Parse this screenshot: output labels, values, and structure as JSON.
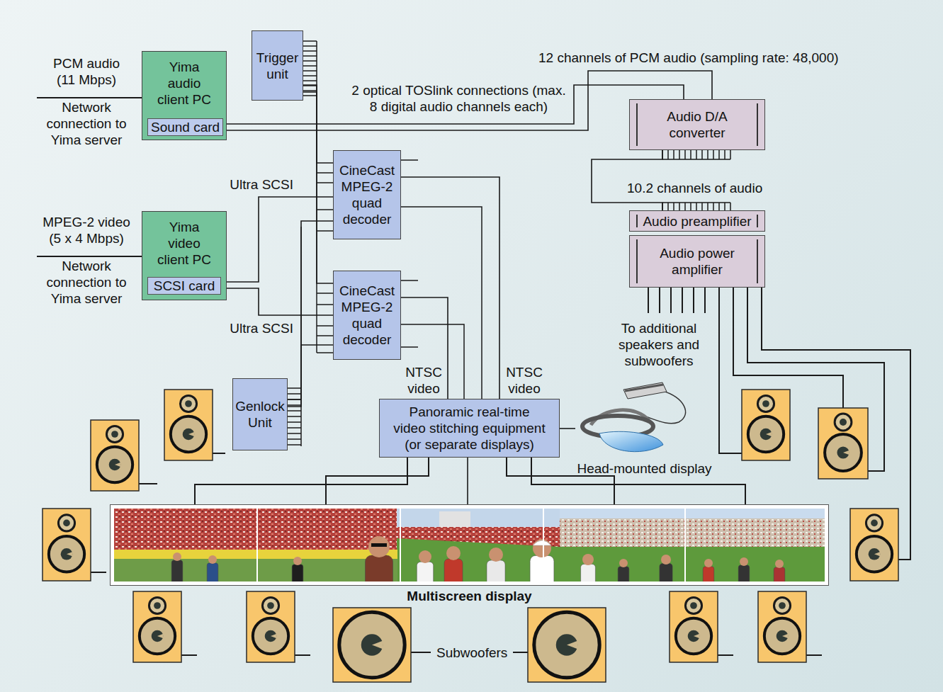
{
  "diagram": {
    "nodes": [
      {
        "text": [
          "Yima audio client PC"
        ]
      },
      {
        "text": [
          "Sound card"
        ],
        "in": 0
      },
      {
        "text": [
          "Trigger unit"
        ]
      },
      {
        "text": [
          "Audio D/A converter"
        ]
      },
      {
        "text": [
          "CineCast MPEG-2 quad decoder"
        ]
      },
      {
        "text": [
          "Yima video client PC"
        ]
      },
      {
        "text": [
          "SCSI card"
        ],
        "in": 5
      },
      {
        "text": [
          "CineCast MPEG-2 quad decoder"
        ]
      },
      {
        "text": [
          "Audio preamplifier"
        ]
      },
      {
        "text": [
          "Audio power amplifier"
        ]
      },
      {
        "text": [
          "Genlock Unit"
        ]
      },
      {
        "text": [
          "Panoramic real-time video stitching equipment (or separate displays)"
        ]
      },
      {
        "text": [
          "Head-mounted display"
        ]
      },
      {
        "text": [
          "Multiscreen display"
        ]
      }
    ],
    "edges": [
      {
        "from": 1,
        "to": 3,
        "arrow": "none"
      },
      {
        "from": 1,
        "to": 3,
        "arrow": "none"
      },
      {
        "from": 2,
        "to": 4,
        "arrow": "none"
      },
      {
        "from": 2,
        "to": 7,
        "arrow": "none"
      },
      {
        "from": 6,
        "to": 4,
        "arrow": "none"
      },
      {
        "from": 6,
        "to": 7,
        "arrow": "none"
      },
      {
        "from": 10,
        "to": 4,
        "arrow": "none"
      },
      {
        "from": 10,
        "to": 7,
        "arrow": "none"
      },
      {
        "from": 4,
        "to": 11,
        "arrow": "none"
      },
      {
        "from": 7,
        "to": 11,
        "arrow": "none"
      },
      {
        "from": 3,
        "to": 8,
        "arrow": "none"
      },
      {
        "from": 11,
        "to": 12,
        "arrow": "none"
      },
      {
        "from": 11,
        "to": 13,
        "arrow": "none"
      }
    ],
    "labels": [
      "PCM audio (11 Mbps)",
      "Network connection to Yima server",
      "12 channels of PCM audio (sampling rate: 48,000)",
      "2 optical TOSlink connections (max. 8 digital audio channels each)",
      "Ultra SCSI",
      "10.2 channels of audio",
      "MPEG-2 video (5 x 4 Mbps)",
      "Network connection to Yima server",
      "Ultra SCSI",
      "NTSC video",
      "NTSC video",
      "To additional speakers and subwoofers",
      "Subwoofers"
    ]
  }
}
